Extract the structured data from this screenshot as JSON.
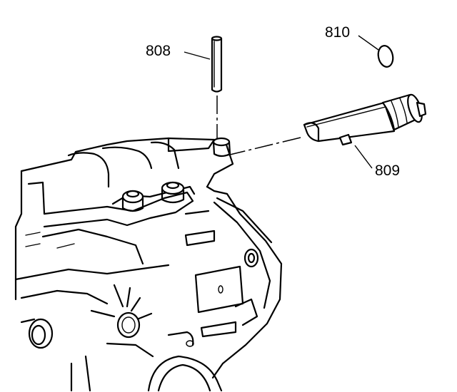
{
  "diagram": {
    "callouts": [
      {
        "id": "808",
        "label": "808"
      },
      {
        "id": "809",
        "label": "809"
      },
      {
        "id": "810",
        "label": "810"
      }
    ]
  }
}
